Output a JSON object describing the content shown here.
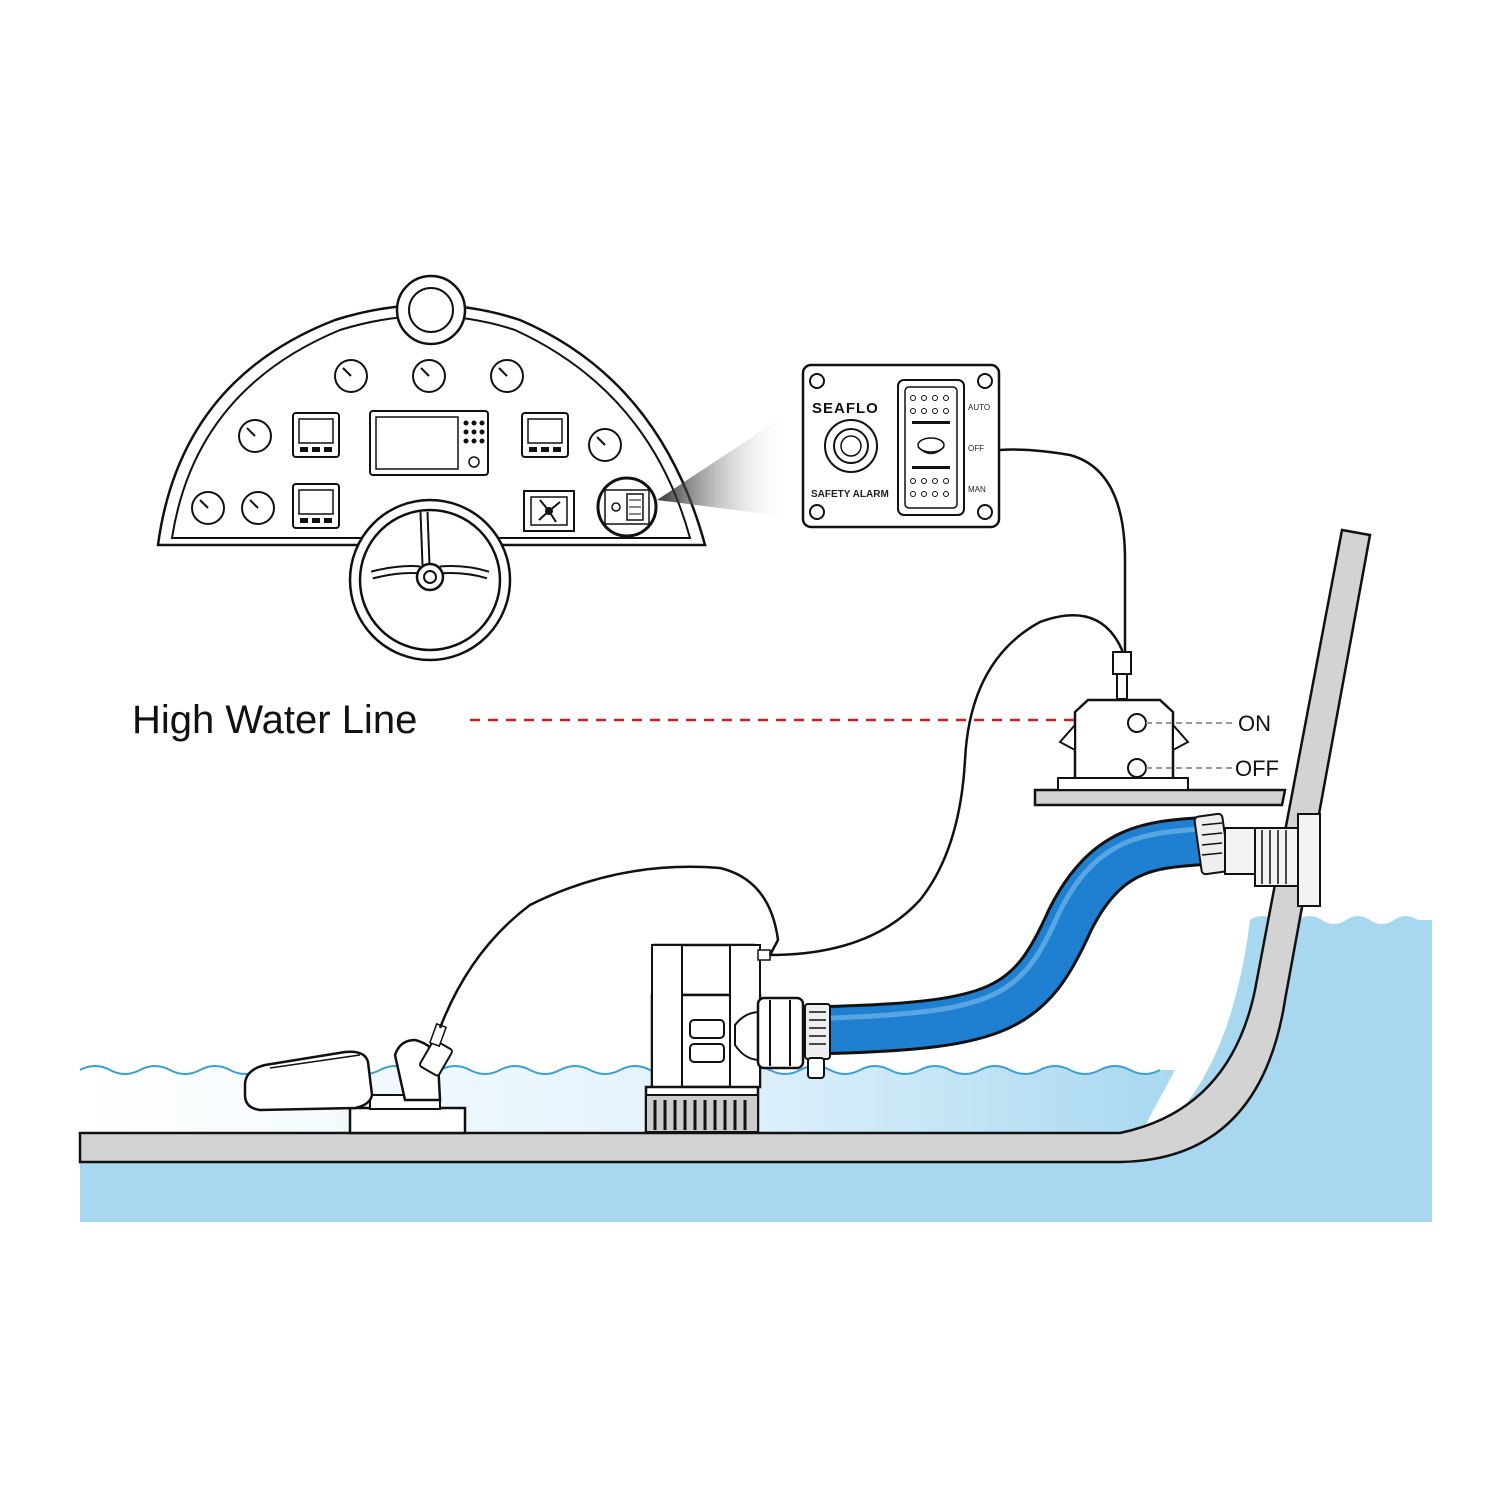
{
  "high_water_line_label": "High Water Line",
  "panel": {
    "brand": "SEAFLO",
    "alarm_label": "SAFETY ALARM",
    "switch_positions": [
      "AUTO",
      "OFF",
      "MAN"
    ]
  },
  "float_switch": {
    "on_label": "ON",
    "off_label": "OFF"
  },
  "colors": {
    "water": "#a8d8f0",
    "hose": "#1f7fd0",
    "hull": "#d3d3d3",
    "water_line": "#d01f1f"
  }
}
